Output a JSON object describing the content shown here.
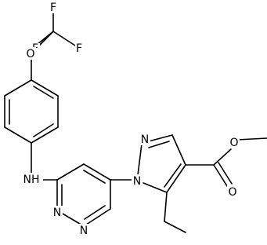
{
  "diagram": {
    "type": "chemical-structure",
    "colors": {
      "bond": "#000000",
      "text": "#000000",
      "background": "#ffffff"
    },
    "atom_labels": {
      "f_top": "F",
      "f_right": "F",
      "f_left": "F",
      "o_ether": "O",
      "nh": "NH",
      "n_pyrimidine_top": "N",
      "n_pyrimidine_bottom": "N",
      "n_pyrazole_upper": "N",
      "n_pyrazole_lower": "N",
      "o_carbonyl": "O",
      "o_ester": "O"
    }
  }
}
